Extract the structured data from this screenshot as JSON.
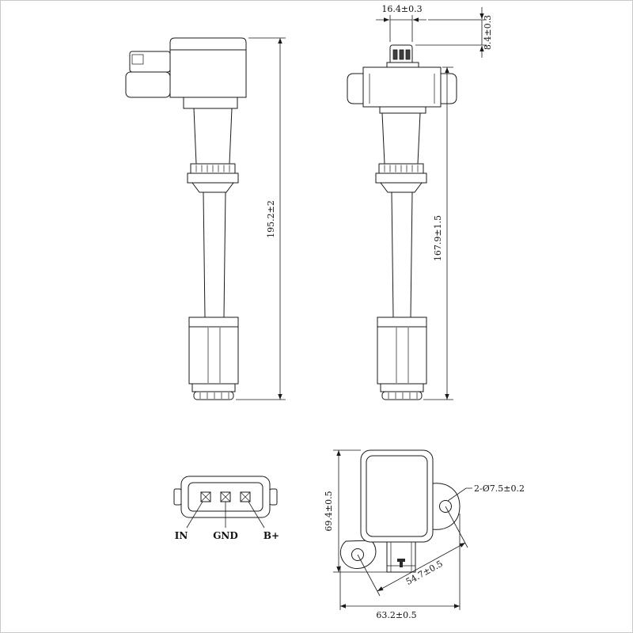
{
  "dimensions": {
    "overall_height_side": "195.2±2",
    "overall_height_front": "167.9±1.5",
    "connector_width": "16.4±0.3",
    "connector_height": "8.4±0.3",
    "head_height": "69.4±0.5",
    "mount_holes": "2-Ø7.5±0.2",
    "hole_spacing": "54.7±0.5",
    "head_width": "63.2±0.5"
  },
  "connector_pins": {
    "pin_left": "IN",
    "pin_middle": "GND",
    "pin_right": "B+"
  }
}
